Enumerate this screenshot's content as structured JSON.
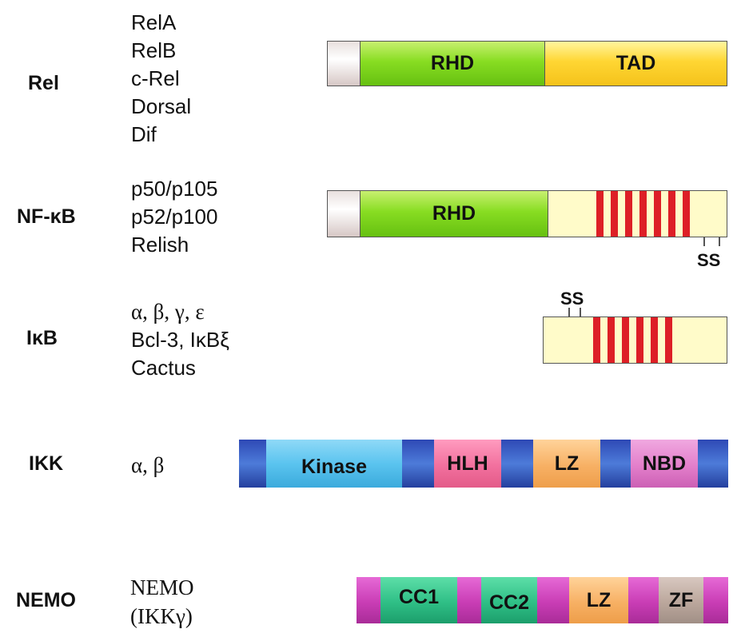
{
  "rows": [
    {
      "family": "Rel",
      "members": [
        "RelA",
        "RelB",
        "c-Rel",
        "Dorsal",
        "Dif"
      ],
      "domains": [
        {
          "label": "RHD",
          "color": "#88dd22"
        },
        {
          "label": "TAD",
          "color": "#ffd633"
        }
      ]
    },
    {
      "family": "NF-κB",
      "members": [
        "p50/p105",
        "p52/p100",
        "Relish"
      ],
      "domains": [
        {
          "label": "RHD",
          "color": "#88dd22"
        }
      ],
      "site_label": "SS",
      "ankyrin_repeats": 7
    },
    {
      "family": "IκB",
      "members": [
        "α, β, γ, ε",
        "Bcl-3, IκBξ",
        "Cactus"
      ],
      "site_label": "SS",
      "ankyrin_repeats": 6
    },
    {
      "family": "IKK",
      "members": [
        "α, β"
      ],
      "domains": [
        {
          "label": "Kinase",
          "color": "#5bc4ef"
        },
        {
          "label": "HLH",
          "color": "#f2709e"
        },
        {
          "label": "LZ",
          "color": "#f7b064"
        },
        {
          "label": "NBD",
          "color": "#e37fcb"
        }
      ]
    },
    {
      "family": "NEMO",
      "members": [
        "NEMO",
        "(IKKγ)"
      ],
      "domains": [
        {
          "label": "CC1",
          "color": "#2fbf86"
        },
        {
          "label": "CC2",
          "color": "#2fbf86"
        },
        {
          "label": "LZ",
          "color": "#f7b064"
        },
        {
          "label": "ZF",
          "color": "#bba79c"
        }
      ]
    }
  ],
  "colors": {
    "ankyrin_repeat": "#dd1f26",
    "linker_ikk": "#4d7bd9",
    "linker_nemo": "#c93db5",
    "background_region": "#fffbc9"
  }
}
